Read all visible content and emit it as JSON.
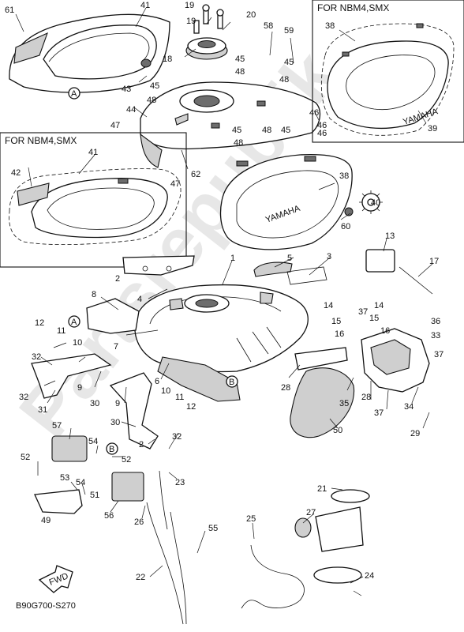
{
  "diagram": {
    "subset_titles": [
      "FOR NBM4,SMX",
      "FOR NBM4,SMX"
    ],
    "drawing_code": "B90G700-S270",
    "brand_marks": [
      "YAMAHA",
      "YAMAHA"
    ],
    "fwd_label": "FWD",
    "ref_marks": [
      "A",
      "A",
      "B",
      "B"
    ],
    "watermark": "Partsrepublik",
    "callouts": [
      "61",
      "41",
      "19",
      "19",
      "20",
      "58",
      "59",
      "18",
      "45",
      "48",
      "43",
      "45",
      "45",
      "48",
      "48",
      "44",
      "46",
      "46",
      "47",
      "47",
      "62",
      "45",
      "48",
      "45",
      "48",
      "46",
      "38",
      "39",
      "38",
      "40",
      "60",
      "41",
      "42",
      "1",
      "5",
      "3",
      "2",
      "13",
      "17",
      "8",
      "4",
      "14",
      "14",
      "15",
      "15",
      "16",
      "16",
      "37",
      "36",
      "33",
      "37",
      "12",
      "11",
      "10",
      "7",
      "32",
      "32",
      "9",
      "9",
      "6",
      "31",
      "10",
      "11",
      "12",
      "30",
      "30",
      "32",
      "2",
      "28",
      "28",
      "35",
      "37",
      "34",
      "29",
      "50",
      "57",
      "54",
      "52",
      "52",
      "53",
      "54",
      "51",
      "49",
      "56",
      "26",
      "23",
      "21",
      "27",
      "25",
      "55",
      "22",
      "24"
    ]
  }
}
